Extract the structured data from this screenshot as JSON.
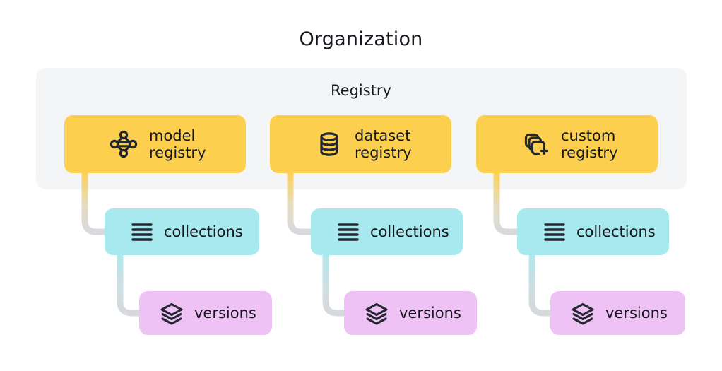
{
  "diagram": {
    "org_title": "Organization",
    "registry_title": "Registry",
    "colors": {
      "registry_card": "#fdcf4e",
      "collections_card": "#a8e9ef",
      "versions_card": "#eec2f5",
      "panel_background": "#f4f5f7",
      "page_background": "#ffffff",
      "icon_stroke": "#23272f",
      "connector_gray": "#d7d9dd"
    }
  },
  "columns": [
    {
      "registry": {
        "label": "model\nregistry",
        "icon": "model-graph-icon"
      },
      "collections": {
        "label": "collections",
        "icon": "list-lines-icon"
      },
      "versions": {
        "label": "versions",
        "icon": "layers-icon"
      }
    },
    {
      "registry": {
        "label": "dataset\nregistry",
        "icon": "database-icon"
      },
      "collections": {
        "label": "collections",
        "icon": "list-lines-icon"
      },
      "versions": {
        "label": "versions",
        "icon": "layers-icon"
      }
    },
    {
      "registry": {
        "label": "custom\nregistry",
        "icon": "add-stack-icon"
      },
      "collections": {
        "label": "collections",
        "icon": "list-lines-icon"
      },
      "versions": {
        "label": "versions",
        "icon": "layers-icon"
      }
    }
  ]
}
